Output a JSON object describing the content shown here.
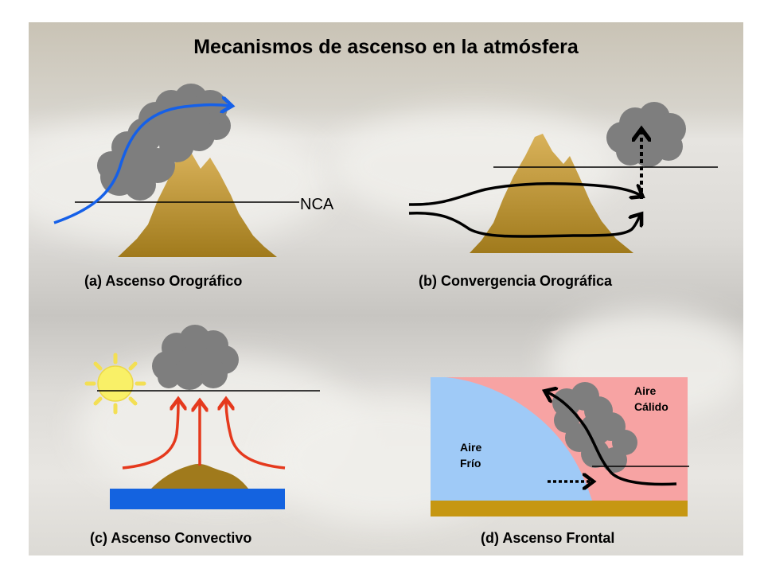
{
  "title": "Mecanismos de ascenso en la atmósfera",
  "panels": {
    "a": {
      "caption": "(a) Ascenso Orográfico",
      "level_label": "NCA"
    },
    "b": {
      "caption": "(b) Convergencia Orográfica"
    },
    "c": {
      "caption": "(c) Ascenso Convectivo"
    },
    "d": {
      "caption": "(d) Ascenso Frontal",
      "cold_air_line1": "Aire",
      "cold_air_line2": "Frío",
      "warm_air_line1": "Aire",
      "warm_air_line2": "Cálido"
    }
  },
  "colors": {
    "mountain_top": "#d9b25a",
    "mountain_bottom": "#a07a1c",
    "cloud": "#7e7e7e",
    "orographic_arrow": "#1560e8",
    "convective_arrow": "#e5391d",
    "water": "#1463e0",
    "cold_air": "#9fcaf7",
    "warm_air": "#f7a3a3",
    "ground": "#c69712"
  }
}
